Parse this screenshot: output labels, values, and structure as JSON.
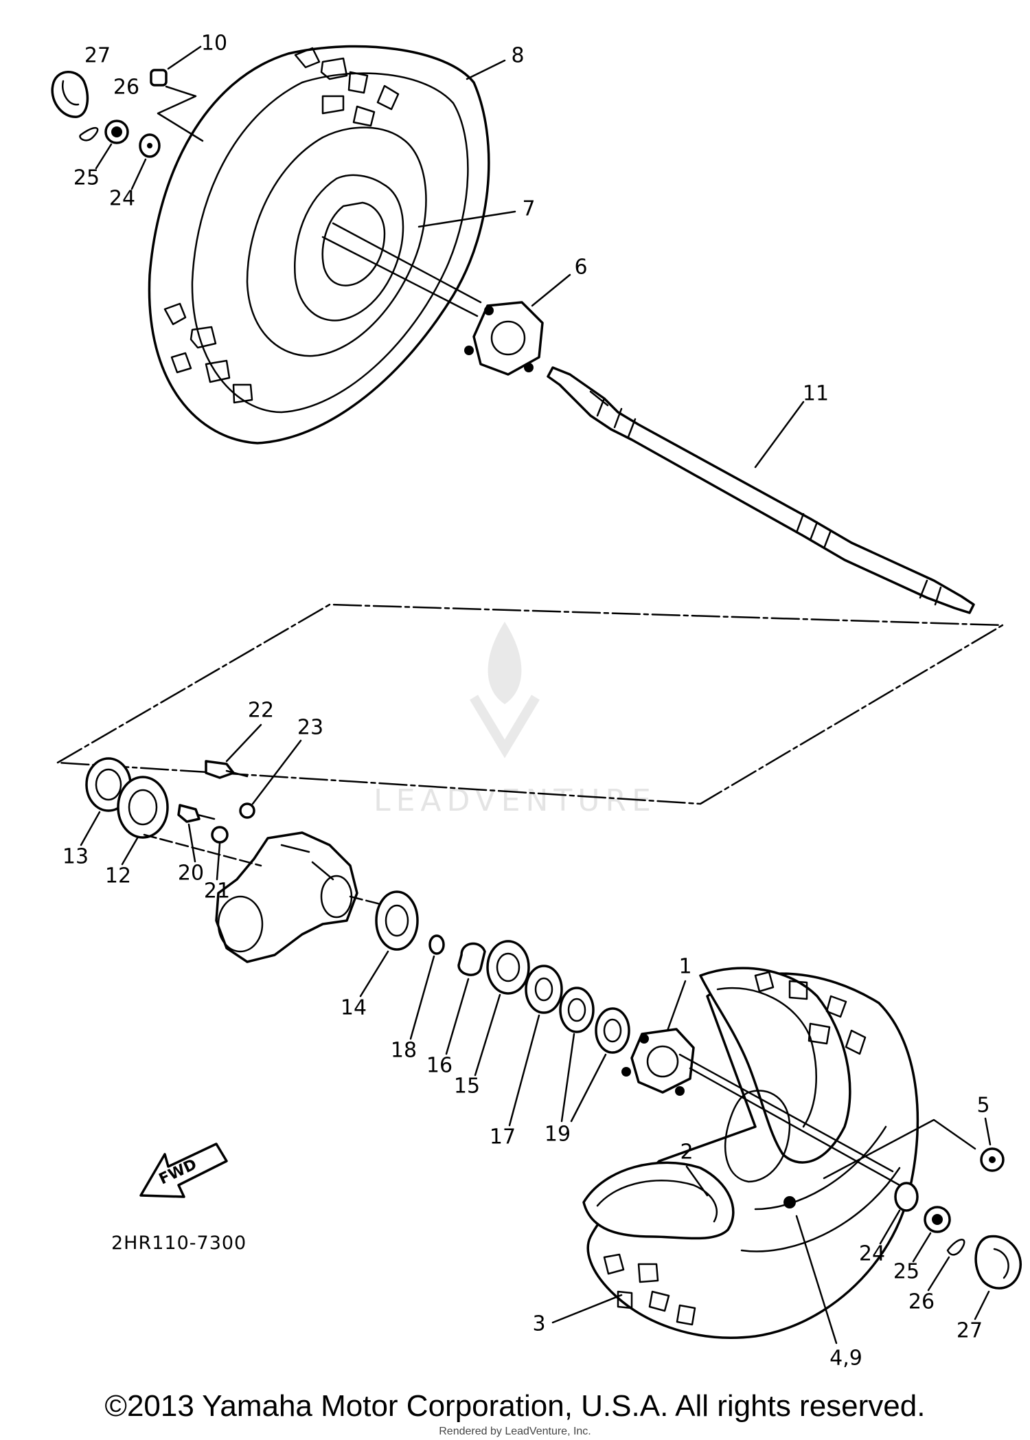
{
  "diagram": {
    "callouts": {
      "c1": "1",
      "c2": "2",
      "c3": "3",
      "c4_9": "4,9",
      "c5": "5",
      "c6": "6",
      "c7": "7",
      "c8": "8",
      "c10": "10",
      "c11": "11",
      "c12": "12",
      "c13": "13",
      "c14": "14",
      "c15": "15",
      "c16": "16",
      "c17": "17",
      "c18": "18",
      "c19": "19",
      "c20": "20",
      "c21": "21",
      "c22": "22",
      "c23": "23",
      "c24a": "24",
      "c25a": "25",
      "c26a": "26",
      "c27a": "27",
      "c24b": "24",
      "c25b": "25",
      "c26b": "26",
      "c27b": "27"
    },
    "fwd_label": "FWD",
    "part_code": "2HR110-7300"
  },
  "watermark": {
    "text": "LEADVENTURE"
  },
  "footer": {
    "copyright": "©2013 Yamaha Motor Corporation, U.S.A. All rights reserved.",
    "rendered_by": "Rendered by LeadVenture, Inc."
  }
}
